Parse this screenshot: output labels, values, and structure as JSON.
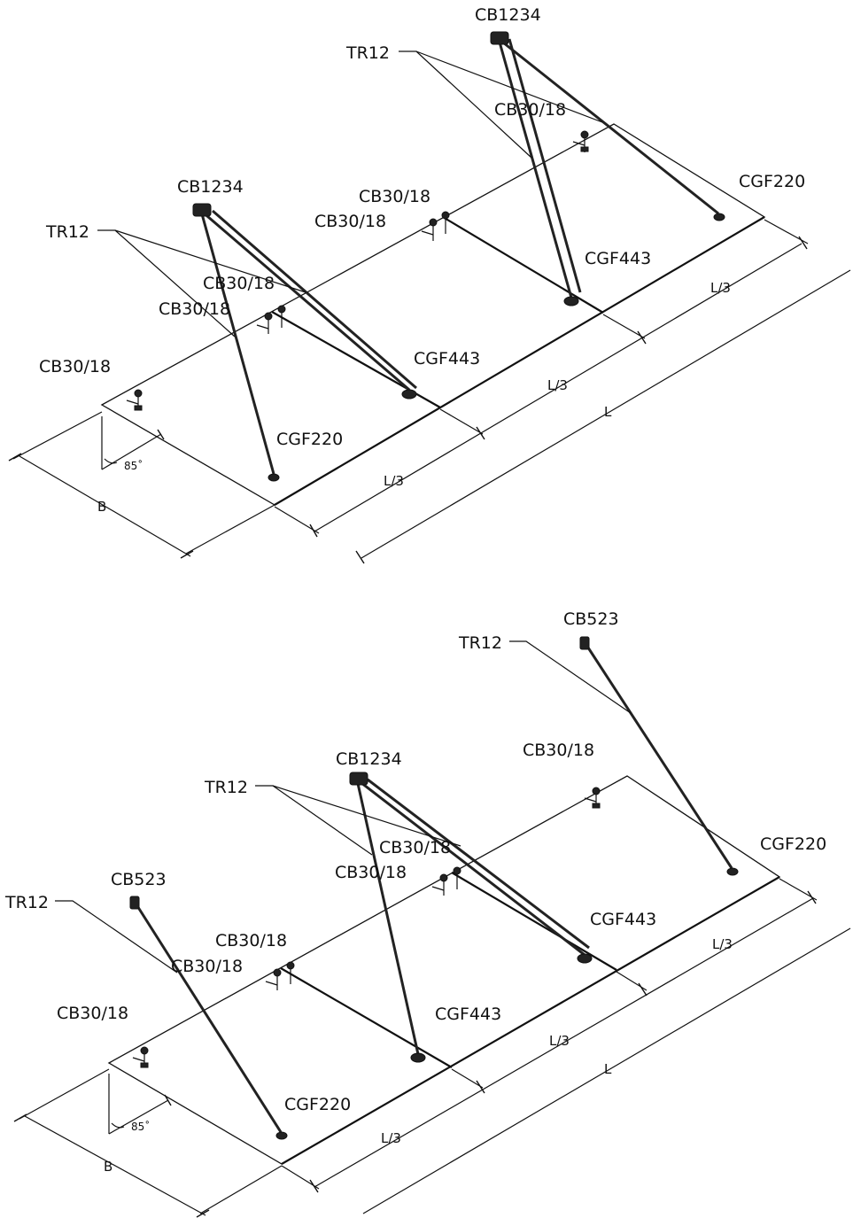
{
  "top_diagram": {
    "labels": {
      "cb1234_right": "CB1234",
      "tr12_right": "TR12",
      "cb3018_right_top": "CB30/18",
      "cgf220_right": "CGF220",
      "cb1234_left": "CB1234",
      "cb3018_mid_a": "CB30/18",
      "cb3018_mid_b": "CB30/18",
      "tr12_left": "TR12",
      "cgf443_right": "CGF443",
      "cb3018_left_a": "CB30/18",
      "cb3018_left_b": "CB30/18",
      "cb3018_corner": "CB30/18",
      "cgf443_left": "CGF443",
      "cgf220_left": "CGF220"
    },
    "dimensions": {
      "l3_a": "L/3",
      "l3_b": "L/3",
      "l3_c": "L/3",
      "l": "L",
      "b": "B",
      "angle": "85˚"
    }
  },
  "bottom_diagram": {
    "labels": {
      "cb523_right": "CB523",
      "tr12_right": "TR12",
      "cb3018_right": "CB30/18",
      "cgf220_right": "CGF220",
      "cb1234": "CB1234",
      "tr12_mid": "TR12",
      "cb3018_mid_a": "CB30/18",
      "cb3018_mid_b": "CB30/18",
      "cgf443_right": "CGF443",
      "cb523_left": "CB523",
      "tr12_left": "TR12",
      "cb3018_left_a": "CB30/18",
      "cb3018_left_b": "CB30/18",
      "cb3018_corner": "CB30/18",
      "cgf443_left": "CGF443",
      "cgf220_left": "CGF220"
    },
    "dimensions": {
      "l3_a": "L/3",
      "l3_b": "L/3",
      "l3_c": "L/3",
      "l": "L",
      "b": "B",
      "angle": "85˚"
    }
  },
  "colors": {
    "line": "#111111",
    "background": "#ffffff"
  }
}
